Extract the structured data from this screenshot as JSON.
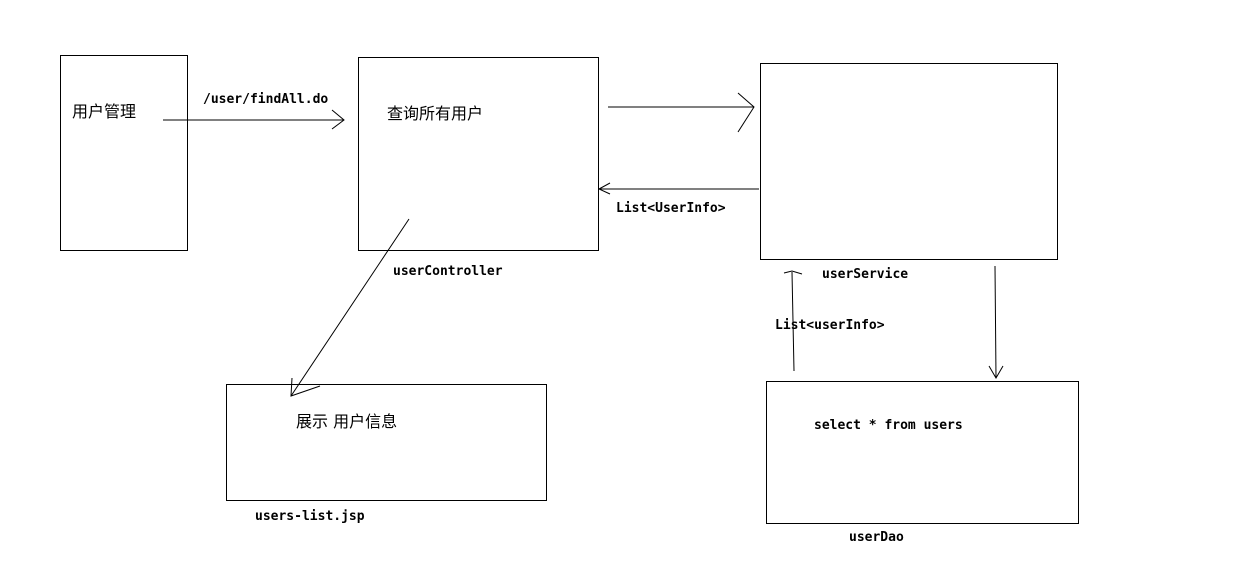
{
  "boxes": {
    "user_management": {
      "text": "用户管理"
    },
    "user_controller": {
      "text": "查询所有用户",
      "caption": "userController"
    },
    "user_service": {
      "caption": "userService"
    },
    "user_dao": {
      "text": "select * from users",
      "caption": "userDao"
    },
    "users_list": {
      "text": "展示 用户信息",
      "caption": "users-list.jsp"
    }
  },
  "arrows": {
    "request_label": "/user/findAll.do",
    "service_return_label": "List<UserInfo>",
    "dao_return_label": "List<userInfo>"
  }
}
